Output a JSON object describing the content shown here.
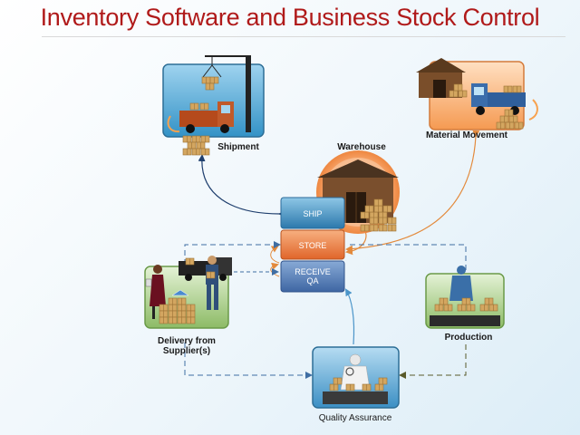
{
  "title": "Inventory Software and Business Stock Control",
  "hub": {
    "ship": "SHIP",
    "store": "STORE",
    "receive_line1": "RECEIVE",
    "receive_line2": "QA"
  },
  "nodes": {
    "shipment": "Shipment",
    "warehouse": "Warehouse",
    "material_movement": "Material Movement",
    "delivery_line1": "Delivery from",
    "delivery_line2": "Supplier(s)",
    "production": "Production",
    "quality_assurance": "Quality Assurance"
  },
  "colors": {
    "title": "#b01a1a",
    "ship": "#4f97c7",
    "store": "#ec7c3a",
    "receive": "#4f79b4",
    "panel_blue": "#3fa0cf",
    "panel_orange": "#f6a86a",
    "panel_green": "#9bc477",
    "arrow_navy": "#1f3f6e",
    "arrow_orange": "#e38a3c",
    "arrow_blue": "#4b95c9",
    "arrow_green": "#595a2a"
  }
}
